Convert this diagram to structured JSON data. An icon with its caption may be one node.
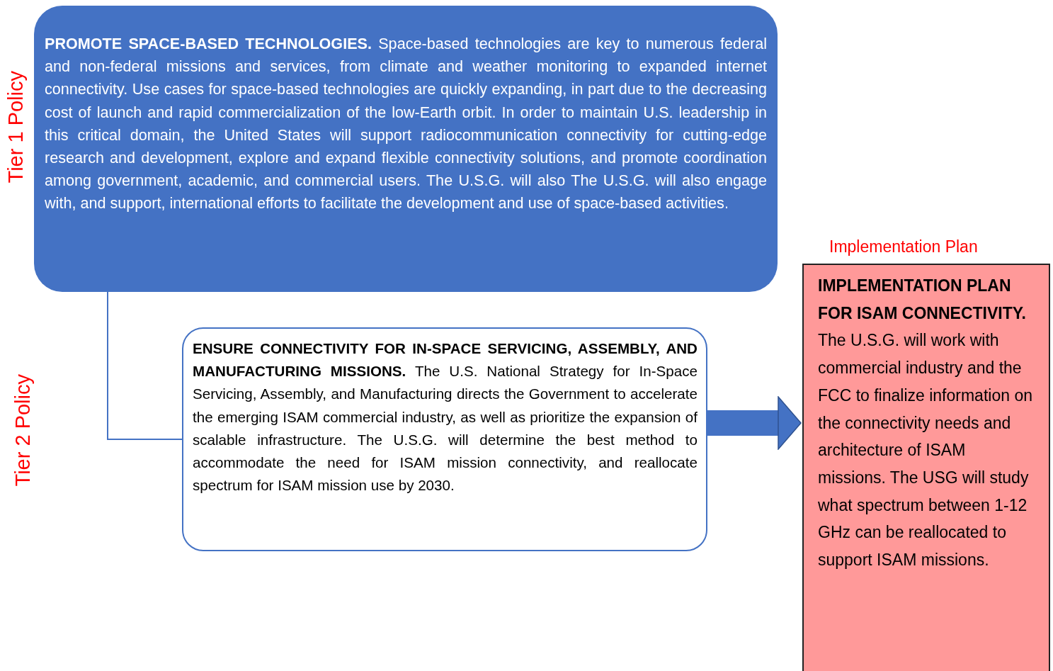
{
  "diagram": {
    "nodes": [
      {
        "text": [
          "**PROMOTE SPACE-BASED TECHNOLOGIES.** Space-based technologies are key to numerous federal and non-federal missions and services, from climate and weather monitoring to expanded internet connectivity. Use cases for space-based technologies are quickly expanding, in part due to the decreasing cost of launch and rapid commercialization of the low-Earth orbit. In order to maintain U.S. leadership in this critical domain, the United States will support radiocommunication connectivity for cutting-edge research and development, explore and expand flexible connectivity solutions, and promote coordination among government, academic, and commercial users. The U.S.G. will also The U.S.G. will also engage with, and support, international efforts to facilitate the development and use of space-based activities."
        ]
      },
      {
        "text": [
          "**ENSURE CONNECTIVITY FOR IN-SPACE SERVICING, ASSEMBLY, AND MANUFACTURING MISSIONS.** The U.S. National Strategy for In-Space Servicing, Assembly, and Manufacturing directs the Government to accelerate the emerging ISAM commercial industry, as well as prioritize the expansion of scalable infrastructure. The U.S.G. will determine the best method to accommodate the need for ISAM mission connectivity, and reallocate spectrum for ISAM mission use by 2030."
        ]
      },
      {
        "text": [
          "Implementation Plan",
          "**IMPLEMENTATION PLAN FOR ISAM CONNECTIVITY.** The U.S.G. will work with commercial industry and the FCC to finalize information on the connectivity needs and architecture of ISAM missions. The USG will study what spectrum between 1-12 GHz can be reallocated to support ISAM missions."
        ]
      }
    ],
    "edges": [
      {
        "from": 0,
        "to": 1,
        "arrow": "none"
      },
      {
        "from": 1,
        "to": 2,
        "arrow": "to",
        "style": "thick"
      }
    ],
    "labels": [
      "Tier 1 Policy",
      "Tier 2 Policy"
    ]
  }
}
